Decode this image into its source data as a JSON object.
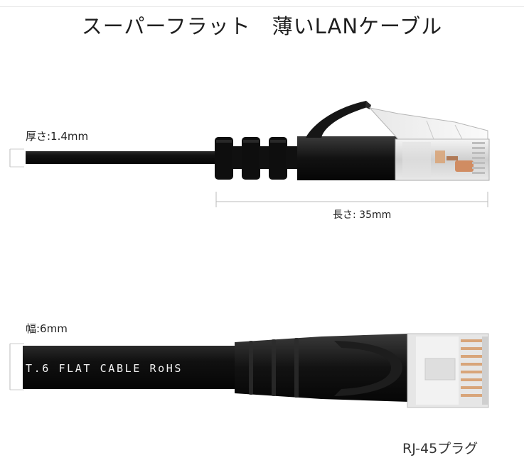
{
  "title": "スーパーフラット　薄いLANケーブル",
  "side_view": {
    "thickness_label": "厚さ:1.4mm",
    "length_label": "長さ: 35mm"
  },
  "top_view": {
    "width_label": "幅:6mm",
    "cable_print": "T.6 FLAT CABLE RoHS"
  },
  "plug_label": "RJ-45プラグ",
  "colors": {
    "cable": "#141414",
    "plug_shell": "#d9d9d9",
    "contacts": "#d8a57a",
    "dimension_line": "#bbbbbb"
  }
}
